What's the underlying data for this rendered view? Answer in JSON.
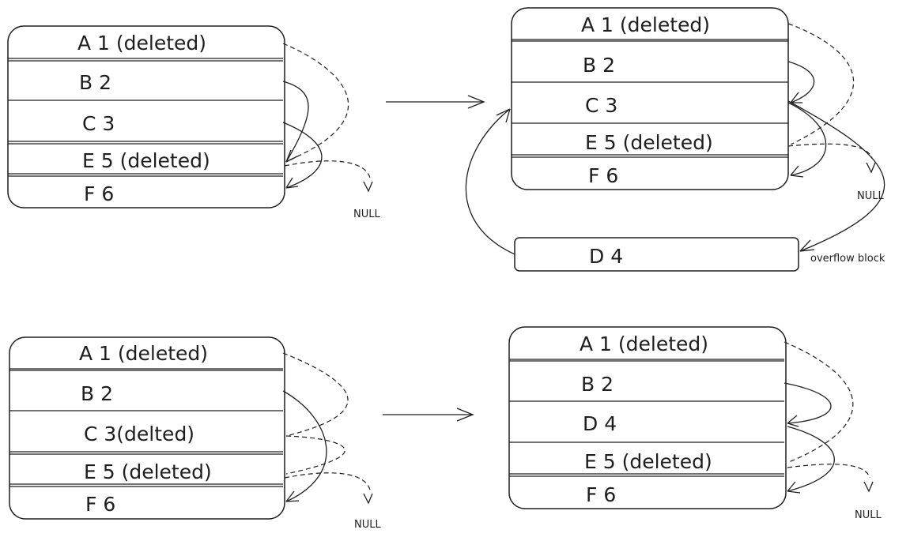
{
  "panels": [
    {
      "id": "top-left",
      "records": [
        "A  1 (deleted)",
        "B  2",
        "C  3",
        "E  5 (deleted)",
        "F  6"
      ],
      "null_label": "NULL"
    },
    {
      "id": "top-right",
      "records": [
        "A  1 (deleted)",
        "B  2",
        "C  3",
        "E  5 (deleted)",
        "F  6"
      ],
      "null_label": "NULL",
      "overflow": {
        "record": "D  4",
        "label": "overflow block"
      }
    },
    {
      "id": "bottom-left",
      "records": [
        "A  1 (deleted)",
        "B  2",
        "C  3(delted)",
        "E  5 (deleted)",
        "F  6"
      ],
      "null_label": "NULL"
    },
    {
      "id": "bottom-right",
      "records": [
        "A  1 (deleted)",
        "B  2",
        "D 4",
        "E  5 (deleted)",
        "F  6"
      ],
      "null_label": "NULL"
    }
  ]
}
